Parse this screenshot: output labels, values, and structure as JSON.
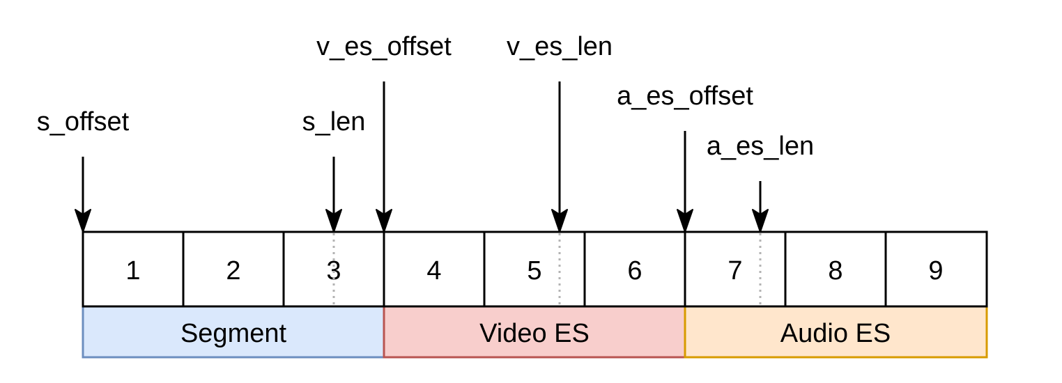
{
  "cells": [
    "1",
    "2",
    "3",
    "4",
    "5",
    "6",
    "7",
    "8",
    "9"
  ],
  "groups": [
    {
      "label": "Segment",
      "fill": "#dae8fc",
      "stroke": "#6c8ebf"
    },
    {
      "label": "Video ES",
      "fill": "#f8cecc",
      "stroke": "#b85450"
    },
    {
      "label": "Audio ES",
      "fill": "#ffe6cc",
      "stroke": "#d79b00"
    }
  ],
  "pointers": {
    "s_offset": "s_offset",
    "s_len": "s_len",
    "v_es_offset": "v_es_offset",
    "v_es_len": "v_es_len",
    "a_es_offset": "a_es_offset",
    "a_es_len": "a_es_len"
  },
  "colors": {
    "line": "#000000",
    "dotted_marker": "#b3b3b3"
  }
}
